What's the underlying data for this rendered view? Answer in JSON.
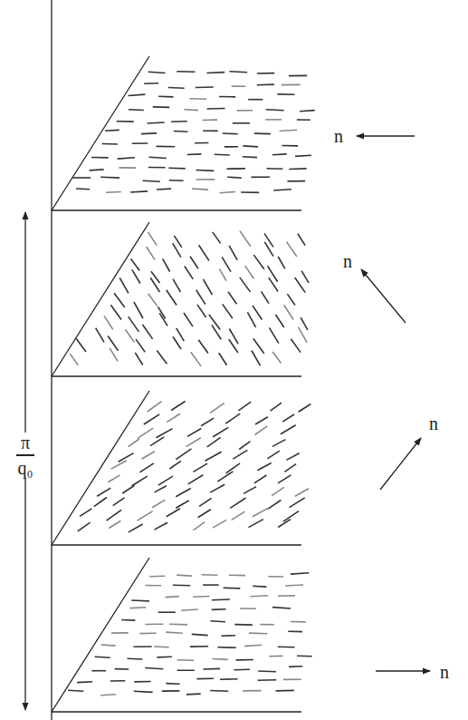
{
  "diagram": {
    "labels": [
      "n",
      "n",
      "n",
      "n",
      "π",
      "q₀"
    ]
  }
}
